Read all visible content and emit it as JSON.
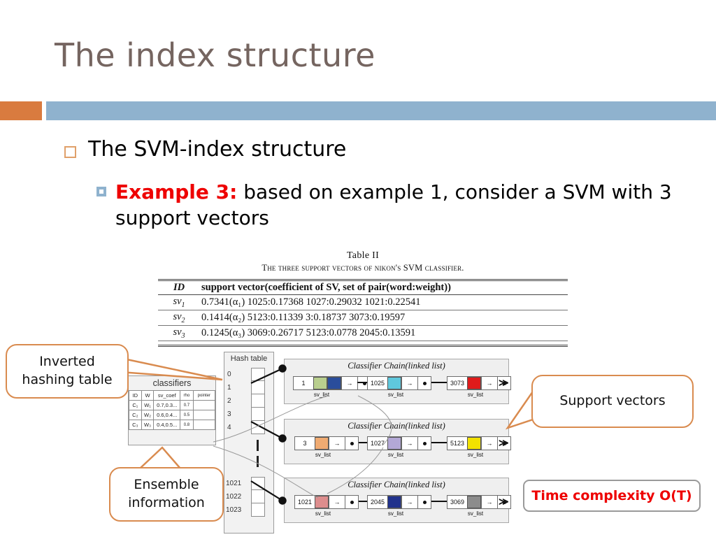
{
  "slide": {
    "title": "The index structure",
    "accent_orange": "#d97b3f",
    "accent_blue": "#8fb2ce",
    "title_color": "#756560"
  },
  "bullets": {
    "level1": "The SVM-index structure",
    "level2_lead": "Example 3:",
    "level2_rest": " based on example 1, consider a SVM with 3 support vectors"
  },
  "paper_table": {
    "number": "Table II",
    "caption": "The three support vectors of nikon's SVM classifier.",
    "headers": [
      "ID",
      "support vector(coefficient of SV, set of pair(word:weight))"
    ],
    "rows": [
      {
        "id": "sv",
        "id_sub": "1",
        "vector": "0.7341(α₁)  1025:0.17368  1027:0.29032  1021:0.22541"
      },
      {
        "id": "sv",
        "id_sub": "2",
        "vector": "0.1414(α₂)  5123:0.11339  3:0.18737  3073:0.19597"
      },
      {
        "id": "sv",
        "id_sub": "3",
        "vector": "0.1245(α₃)  3069:0.26717  5123:0.0778  2045:0.13591"
      }
    ]
  },
  "callouts": {
    "inverted_hashing_table": "Inverted\nhashing table",
    "ensemble_information": "Ensemble\ninformation",
    "support_vectors": "Support vectors",
    "time_complexity": "Time complexity O(T)"
  },
  "diagram": {
    "classifiers": {
      "title": "classifiers",
      "headers": [
        "ID",
        "W",
        "sv_coef",
        "rho",
        "pointer"
      ],
      "rows": [
        [
          "C₁",
          "W₁",
          "0.7,0.3...",
          "0.7",
          ""
        ],
        [
          "C₂",
          "W₂",
          "0.6,0.4...",
          "0.5",
          ""
        ],
        [
          "C₃",
          "W₃",
          "0.4,0.5...",
          "0.8",
          ""
        ]
      ]
    },
    "hash_table": {
      "title": "Hash table",
      "top_indices": [
        "0",
        "1",
        "2",
        "3",
        "4"
      ],
      "bottom_indices": [
        "1021",
        "1022",
        "1023"
      ]
    },
    "chains": [
      {
        "title": "Classifier Chain(linked list)",
        "sv_list_label": "sv_list",
        "nodes": [
          {
            "key": "1",
            "colors": [
              "#b9cf8e",
              "#2a4d9b"
            ]
          },
          {
            "key": "1025",
            "colors": [
              "#5fc8dd"
            ]
          },
          {
            "key": "3073",
            "colors": [
              "#e01b1b"
            ]
          }
        ]
      },
      {
        "title": "Classifier Chain(linked list)",
        "sv_list_label": "sv_list",
        "nodes": [
          {
            "key": "3",
            "colors": [
              "#f0ab72"
            ]
          },
          {
            "key": "1027",
            "colors": [
              "#b3a8d6"
            ]
          },
          {
            "key": "5123",
            "colors": [
              "#f2e200"
            ]
          }
        ]
      },
      {
        "title": "Classifier Chain(linked list)",
        "sv_list_label": "sv_list",
        "nodes": [
          {
            "key": "1021",
            "colors": [
              "#dd8d8d"
            ]
          },
          {
            "key": "2045",
            "colors": [
              "#21328c"
            ]
          },
          {
            "key": "3069",
            "colors": [
              "#8c8c8c"
            ]
          }
        ]
      }
    ]
  }
}
